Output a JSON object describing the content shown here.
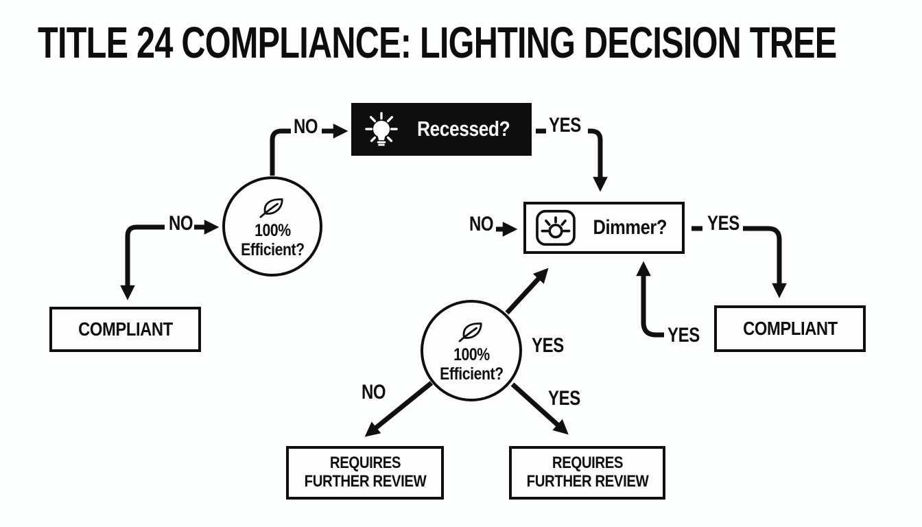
{
  "title": "TITLE 24 COMPLIANCE: LIGHTING DECISION TREE",
  "colors": {
    "ink": "#0f0f0f",
    "background": "#fcfdfd",
    "dark_node_fill": "#0e0e0e",
    "dark_node_text": "#f7f7f7"
  },
  "nodes": {
    "recessed": {
      "label": "Recessed?",
      "icon": "lightbulb-icon",
      "style": "dark-rect"
    },
    "efficient_top": {
      "line1": "100%",
      "line2": "Efficient?",
      "icon": "leaf-icon",
      "style": "circle"
    },
    "dimmer": {
      "label": "Dimmer?",
      "icon": "dimmer-icon",
      "style": "rect"
    },
    "compliant_left": {
      "label": "COMPLIANT",
      "style": "rect"
    },
    "compliant_right": {
      "label": "COMPLIANT",
      "style": "rect"
    },
    "efficient_bottom": {
      "line1": "100%",
      "line2": "Efficient?",
      "icon": "leaf-icon",
      "style": "circle"
    },
    "requires_left": {
      "line1": "REQUIRES",
      "line2": "FURTHER REVIEW",
      "style": "rect"
    },
    "requires_right": {
      "line1": "REQUIRES",
      "line2": "FURTHER REVIEW",
      "style": "rect"
    }
  },
  "edge_labels": {
    "no_to_recessed": "NO",
    "yes_from_recessed": "YES",
    "no_to_efficient_top": "NO",
    "no_to_dimmer": "NO",
    "yes_from_dimmer": "YES",
    "yes_diag_to_dimmer": "YES",
    "yes_up_to_dimmer": "YES",
    "no_to_requires_left": "NO",
    "yes_to_requires_right": "YES"
  }
}
